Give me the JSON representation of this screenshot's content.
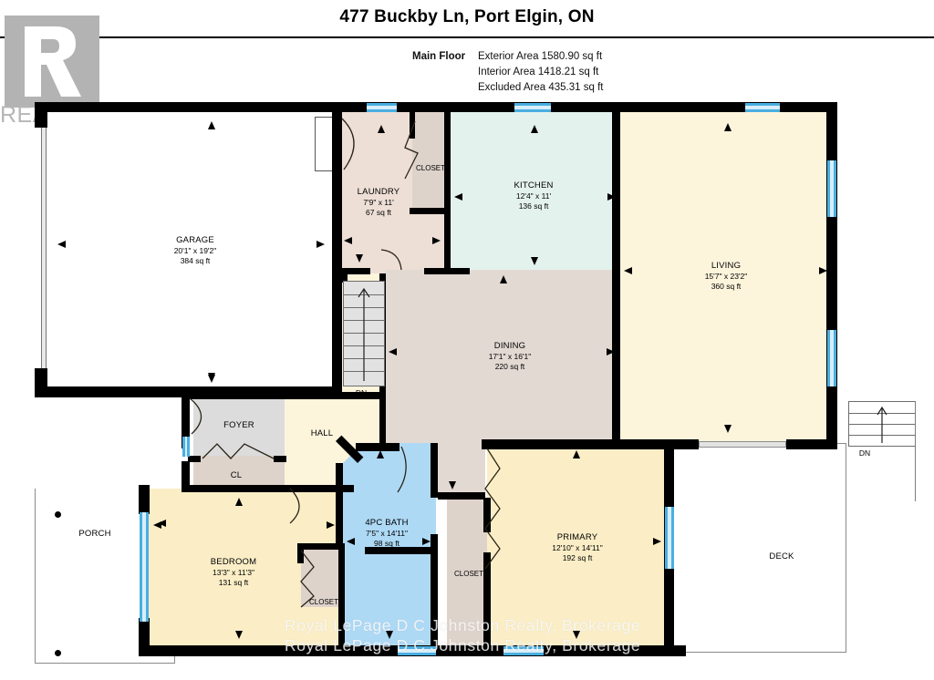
{
  "header": {
    "title": "477 Buckby Ln, Port Elgin, ON",
    "floor_label": "Main Floor",
    "exterior_area": "Exterior Area 1580.90 sq ft",
    "interior_area": "Interior Area 1418.21 sq ft",
    "excluded_area": "Excluded Area 435.31 sq ft"
  },
  "logo": {
    "wordmark": "REALTOR",
    "registered": "®"
  },
  "watermark": {
    "line1": "Royal LePage D C Johnston Realty, Brokerage",
    "line2": "Royal LePage D C Johnston Realty, Brokerage"
  },
  "stairs": {
    "interior_dn": "DN",
    "exterior_dn": "DN"
  },
  "colors": {
    "wall": "#000000",
    "window": "#4aaee0",
    "kitchen_fill": "#e4f2ee",
    "dining_fill": "#e3d9d3",
    "laundry_fill": "#eddfd6",
    "living_fill": "#fdf4dc",
    "bedroom_fill": "#fbeec6",
    "bath_fill": "#aed9f5",
    "closet_fill": "#ded3cb",
    "foyer_fill": "#dcdcdc",
    "unfinished_fill": "#ffffff"
  },
  "rooms": [
    {
      "id": "garage",
      "name": "GARAGE",
      "dim": "20'1\" x 19'2\"",
      "sqft": "384 sq ft"
    },
    {
      "id": "laundry",
      "name": "LAUNDRY",
      "dim": "7'9\" x 11'",
      "sqft": "67 sq ft"
    },
    {
      "id": "closet1",
      "name": "CLOSET",
      "dim": "",
      "sqft": ""
    },
    {
      "id": "kitchen",
      "name": "KITCHEN",
      "dim": "12'4\" x 11'",
      "sqft": "136 sq ft"
    },
    {
      "id": "living",
      "name": "LIVING",
      "dim": "15'7\" x 23'2\"",
      "sqft": "360 sq ft"
    },
    {
      "id": "dining",
      "name": "DINING",
      "dim": "17'1\" x 16'1\"",
      "sqft": "220 sq ft"
    },
    {
      "id": "foyer",
      "name": "FOYER",
      "dim": "",
      "sqft": ""
    },
    {
      "id": "cl",
      "name": "CL",
      "dim": "",
      "sqft": ""
    },
    {
      "id": "hall",
      "name": "HALL",
      "dim": "",
      "sqft": ""
    },
    {
      "id": "porch",
      "name": "PORCH",
      "dim": "",
      "sqft": ""
    },
    {
      "id": "bedroom",
      "name": "BEDROOM",
      "dim": "13'3\" x 11'3\"",
      "sqft": "131 sq ft"
    },
    {
      "id": "closet2",
      "name": "CLOSET",
      "dim": "",
      "sqft": ""
    },
    {
      "id": "bath",
      "name": "4PC BATH",
      "dim": "7'5\" x 14'11\"",
      "sqft": "98 sq ft"
    },
    {
      "id": "closet3",
      "name": "CLOSET",
      "dim": "",
      "sqft": ""
    },
    {
      "id": "primary",
      "name": "PRIMARY",
      "dim": "12'10\" x 14'11\"",
      "sqft": "192 sq ft"
    },
    {
      "id": "deck",
      "name": "DECK",
      "dim": "",
      "sqft": ""
    }
  ]
}
